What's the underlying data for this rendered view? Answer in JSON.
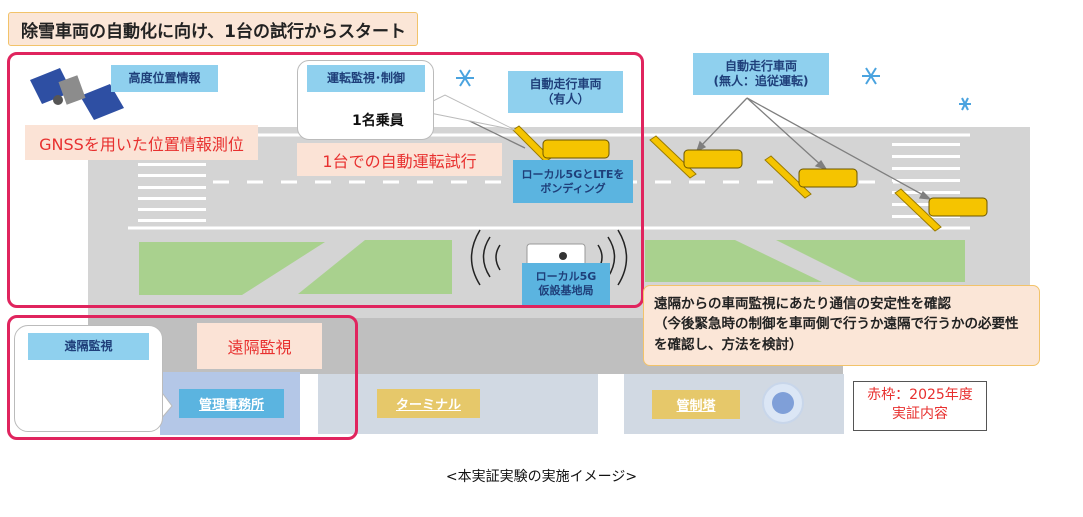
{
  "title": "除雪車両の自動化に向け、1台の試行からスタート",
  "labels": {
    "altitude_position": "高度位置情報",
    "gnss": "GNSSを用いた位置情報測位",
    "drive_monitoring": "運転監視･制御",
    "crew": "1名乗員",
    "single_trial": "1台での自動運転試行",
    "manned_vehicle": "自動走行車両\n（有人）",
    "unmanned_vehicle": "自動走行車両\n(無人：追従運転)",
    "bonding": "ローカル5GとLTEを\nボンディング",
    "base_station": "ローカル5G\n仮設基地局",
    "remote_monitoring_tag": "遠隔監視",
    "remote_monitoring": "遠隔監視",
    "office": "管理事務所",
    "terminal": "ターミナル",
    "tower": "管制塔"
  },
  "note": "遠隔からの車両監視にあたり通信の安定性を確認\n（今後緊急時の制御を車両側で行うか遠隔で行うかの必要性を確認し、方法を検討）",
  "legend": {
    "red_label": "赤枠：2025年度",
    "sub": "実証内容"
  },
  "caption": "<本実証実験の実施イメージ>",
  "colors": {
    "red_frame": "#e0245e",
    "label_blue": "#8fd0ee",
    "peach": "#fbe3d6",
    "plow_yellow": "#f5c400"
  }
}
